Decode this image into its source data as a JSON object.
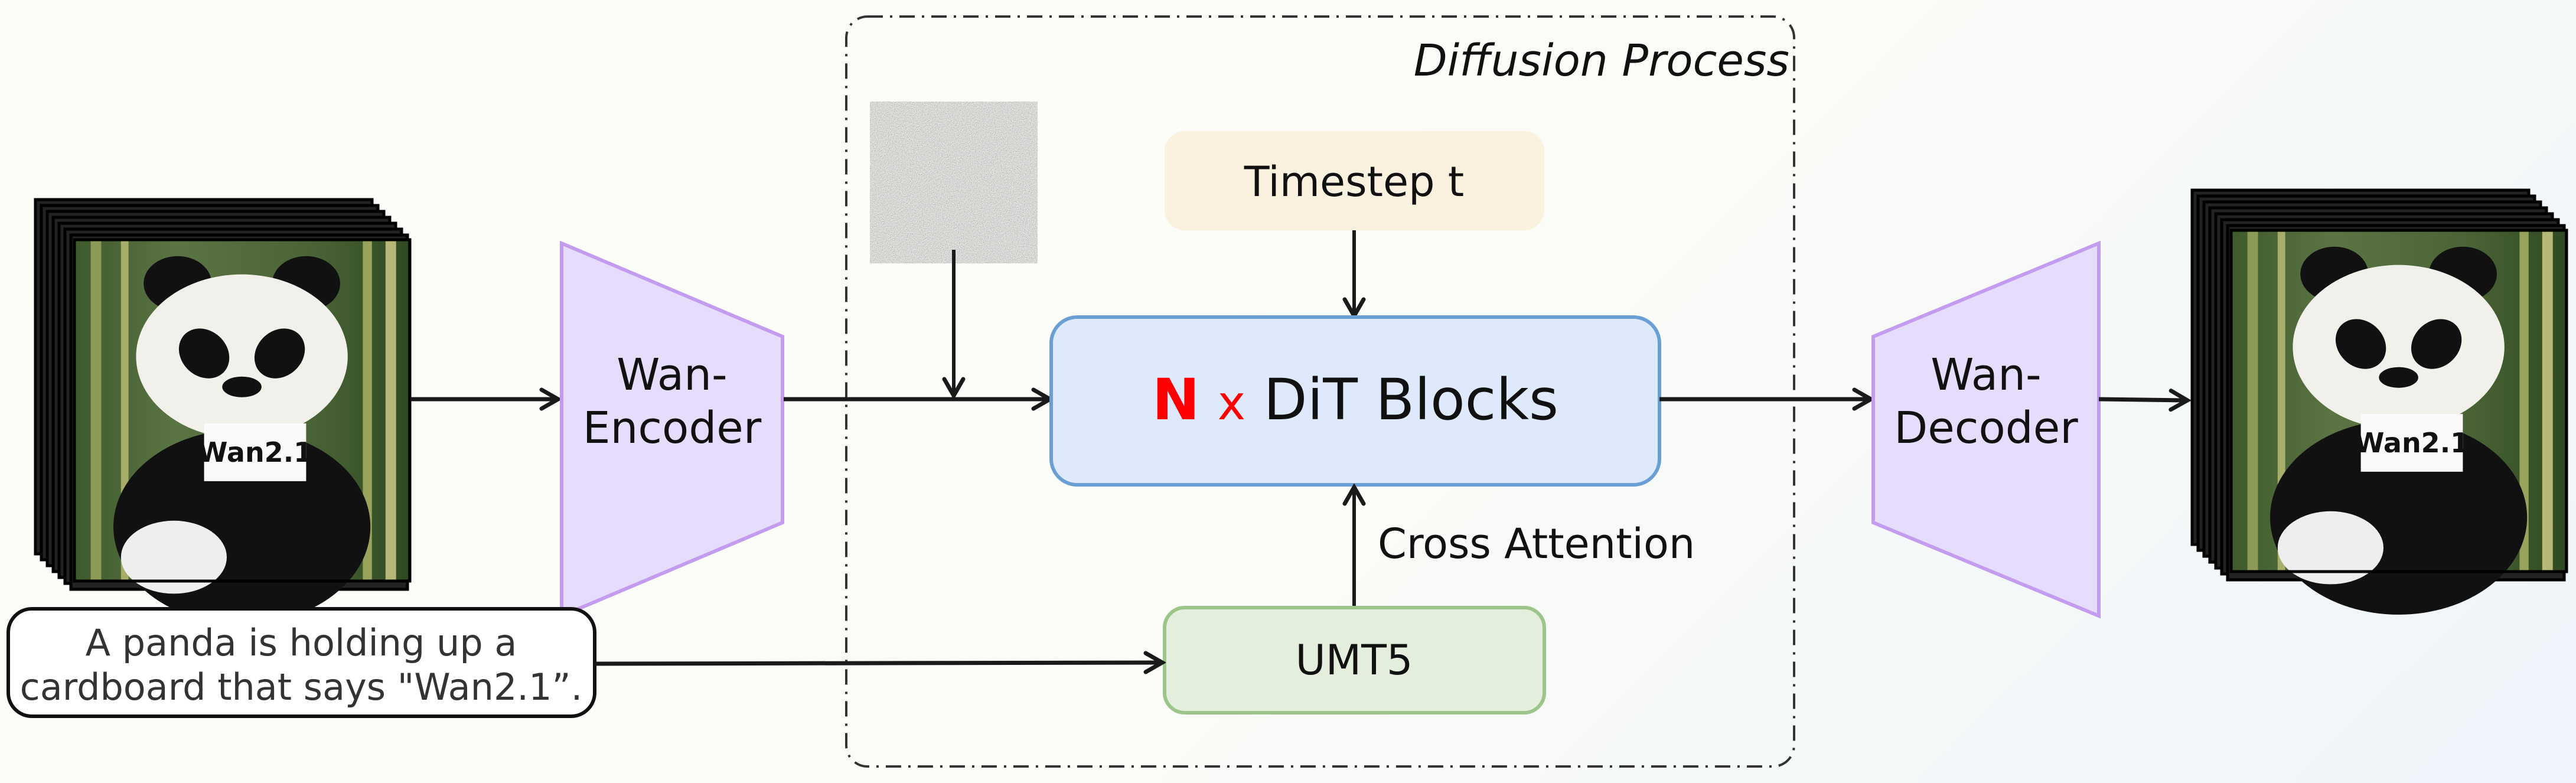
{
  "diagram": {
    "diffusion_process_label": "Diffusion Process",
    "encoder_label_line1": "Wan-",
    "encoder_label_line2": "Encoder",
    "decoder_label_line1": "Wan-",
    "decoder_label_line2": "Decoder",
    "timestep_label": "Timestep t",
    "dit_n": "N",
    "dit_x": "x",
    "dit_label": "DiT Blocks",
    "cross_attention_label": "Cross Attention",
    "umt5_label": "UMT5",
    "prompt_line1": "A panda is holding up a",
    "prompt_line2": "cardboard that says \"Wan2.1”.",
    "sign_text": "Wan2.1"
  },
  "colors": {
    "encoder_fill": "#e6dcfb",
    "encoder_stroke": "#c39cf0",
    "timestep_fill": "#faf1df",
    "dit_fill": "#deeafb",
    "dit_stroke": "#6a9fd4",
    "umt5_fill": "#e3efdc",
    "umt5_stroke": "#9cc58a",
    "accent_red": "#ff0000"
  }
}
